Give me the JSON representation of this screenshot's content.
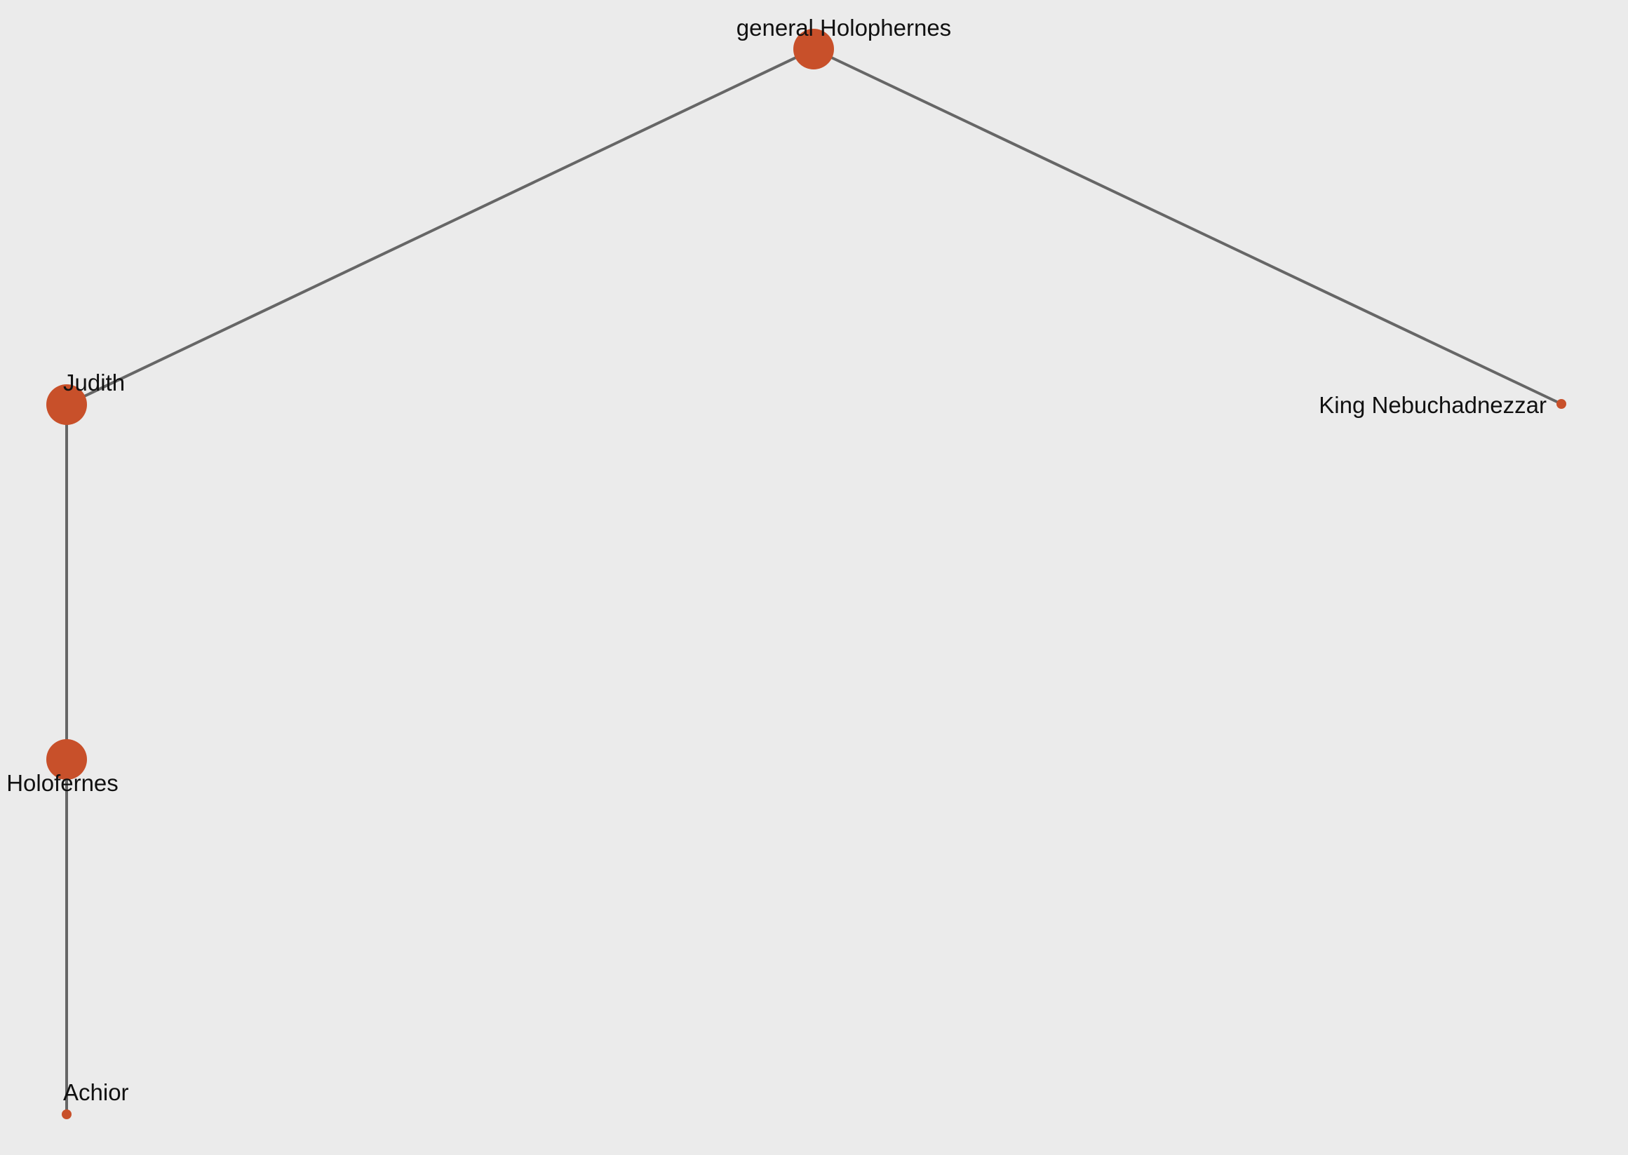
{
  "graph": {
    "nodes": [
      {
        "id": "general-holophernes",
        "label": "general Holophernes",
        "size": "large"
      },
      {
        "id": "judith",
        "label": "Judith",
        "size": "large"
      },
      {
        "id": "king-nebuchadnezzar",
        "label": "King Nebuchadnezzar",
        "size": "small"
      },
      {
        "id": "holofernes",
        "label": "Holofernes",
        "size": "large"
      },
      {
        "id": "achior",
        "label": "Achior",
        "size": "small"
      }
    ],
    "edges": [
      {
        "source": "general-holophernes",
        "target": "judith"
      },
      {
        "source": "general-holophernes",
        "target": "king-nebuchadnezzar"
      },
      {
        "source": "judith",
        "target": "holofernes"
      },
      {
        "source": "holofernes",
        "target": "achior"
      }
    ]
  },
  "colors": {
    "background": "#ebebeb",
    "node": "#c8502a",
    "edge": "#666666",
    "label": "#111111"
  }
}
